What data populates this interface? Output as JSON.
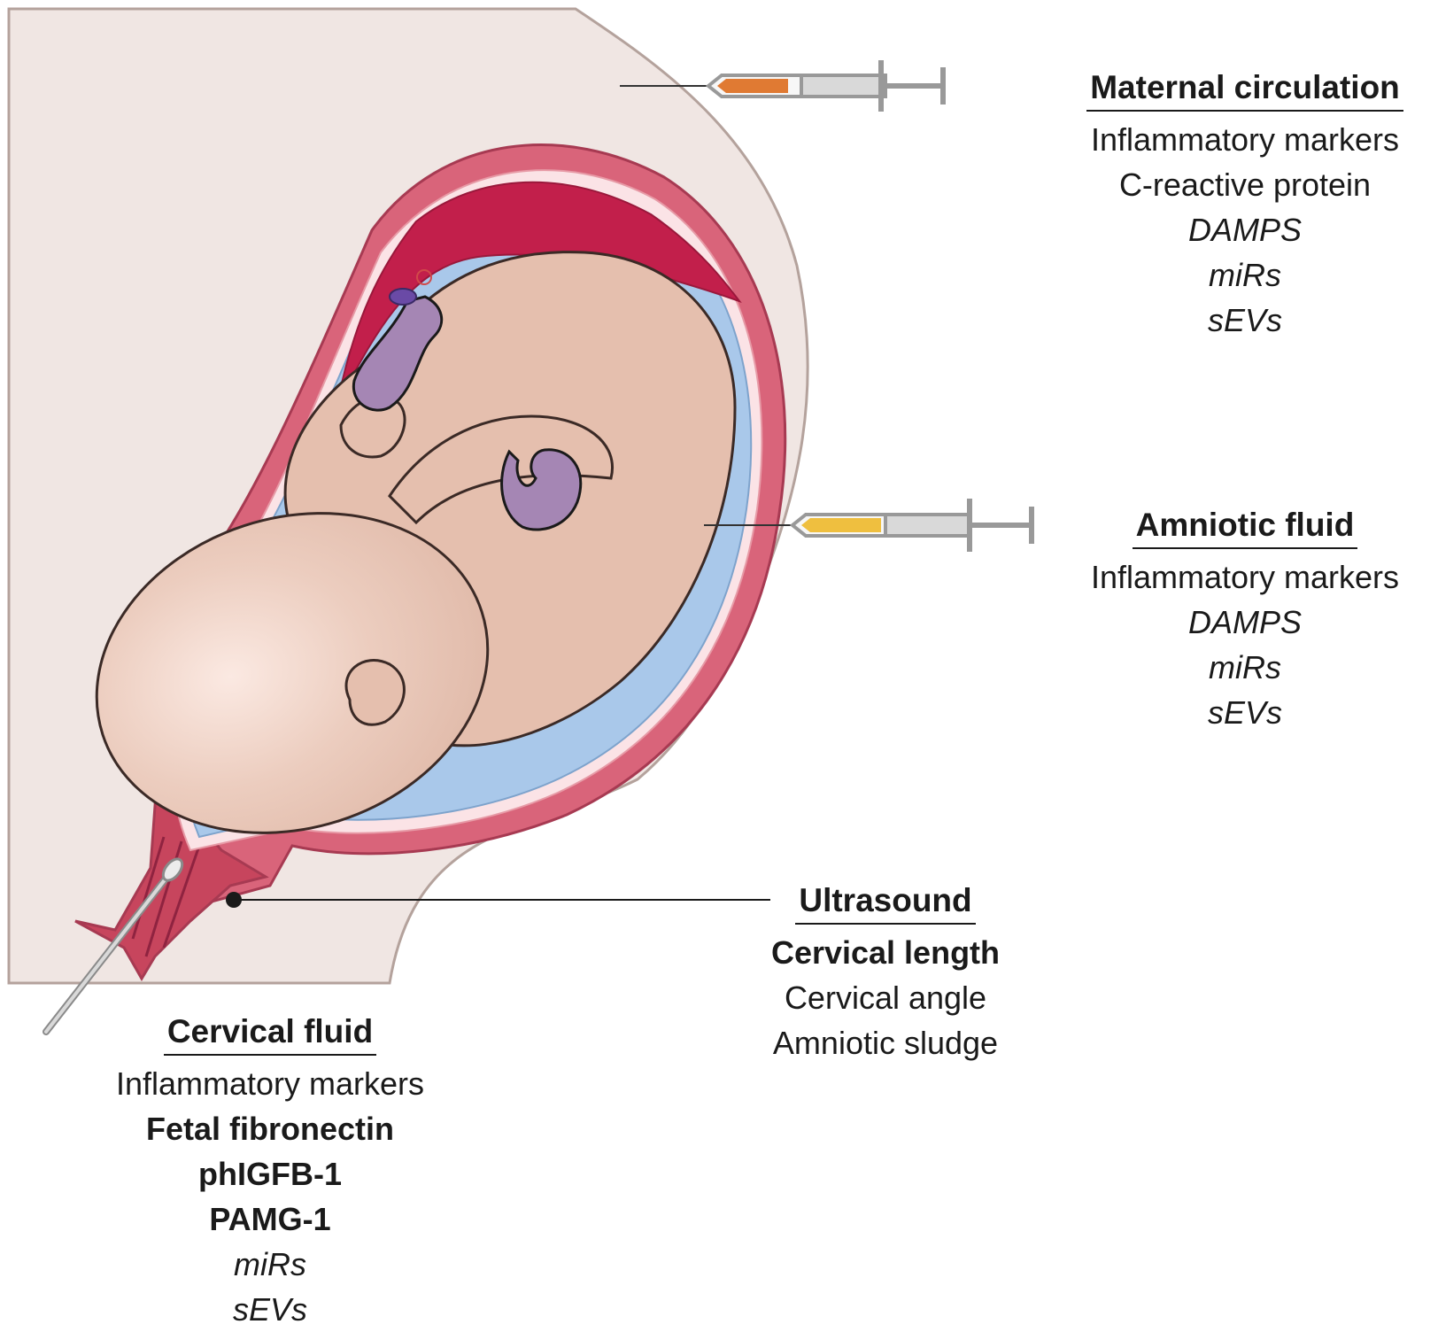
{
  "maternal_circulation": {
    "heading": "Maternal circulation",
    "items": [
      {
        "text": "Inflammatory markers",
        "style": "normal"
      },
      {
        "text": "C-reactive protein",
        "style": "normal"
      },
      {
        "text": "DAMPS",
        "style": "italic"
      },
      {
        "text": "miRs",
        "style": "italic"
      },
      {
        "text": "sEVs",
        "style": "italic"
      }
    ]
  },
  "amniotic_fluid": {
    "heading": "Amniotic fluid",
    "items": [
      {
        "text": "Inflammatory markers",
        "style": "normal"
      },
      {
        "text": "DAMPS",
        "style": "italic"
      },
      {
        "text": "miRs",
        "style": "italic"
      },
      {
        "text": "sEVs",
        "style": "italic"
      }
    ]
  },
  "ultrasound": {
    "heading": "Ultrasound",
    "items": [
      {
        "text": "Cervical length",
        "style": "bold"
      },
      {
        "text": "Cervical angle",
        "style": "normal"
      },
      {
        "text": "Amniotic sludge",
        "style": "normal"
      }
    ]
  },
  "cervical_fluid": {
    "heading": "Cervical fluid",
    "items": [
      {
        "text": "Inflammatory markers",
        "style": "normal"
      },
      {
        "text": "Fetal fibronectin",
        "style": "bold"
      },
      {
        "text": "phIGFB-1",
        "style": "bold"
      },
      {
        "text": "PAMG-1",
        "style": "bold"
      },
      {
        "text": "miRs",
        "style": "italic"
      },
      {
        "text": "sEVs",
        "style": "italic"
      }
    ]
  },
  "colors": {
    "maternal_body": "#f0e6e3",
    "uterine_wall": "#d9647a",
    "placenta": "#c21f4b",
    "amniotic_fluid": "#a9c8ea",
    "fetus_skin": "#e5bfae",
    "umbilical_cord": "#a586b4",
    "maternal_syringe_sample": "#e07a33",
    "amniotic_syringe_sample": "#efbf3f"
  }
}
